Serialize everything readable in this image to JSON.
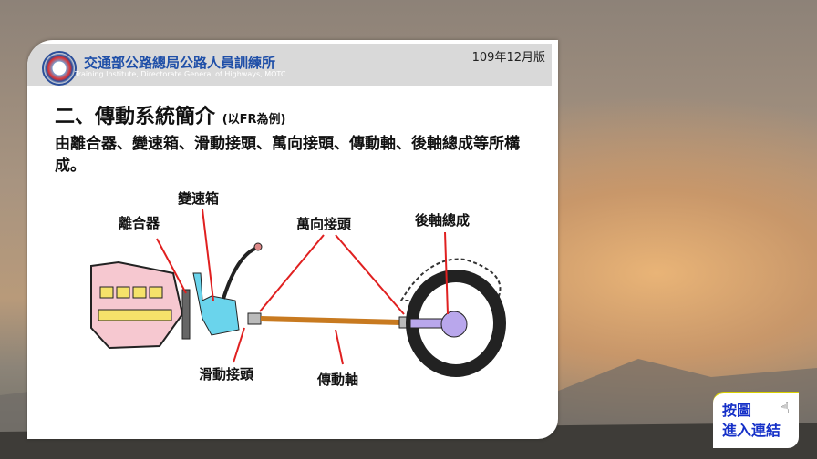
{
  "header": {
    "org_name": "交通部公路總局公路人員訓練所",
    "org_name_en": "Training Institute, Directorate General of Highways, MOTC",
    "version": "109年12月版"
  },
  "slide": {
    "title": "二、傳動系統簡介",
    "title_note": "(以FR為例)",
    "description": "由離合器、變速箱、滑動接頭、萬向接頭、傳動軸、後軸總成等所構成。"
  },
  "diagram": {
    "labels": {
      "clutch": "離合器",
      "transmission": "變速箱",
      "universal_joint": "萬向接頭",
      "rear_axle": "後軸總成",
      "slip_joint": "滑動接頭",
      "drive_shaft": "傳動軸"
    }
  },
  "link_button": {
    "line1": "按圖",
    "line2": "進入連結"
  }
}
